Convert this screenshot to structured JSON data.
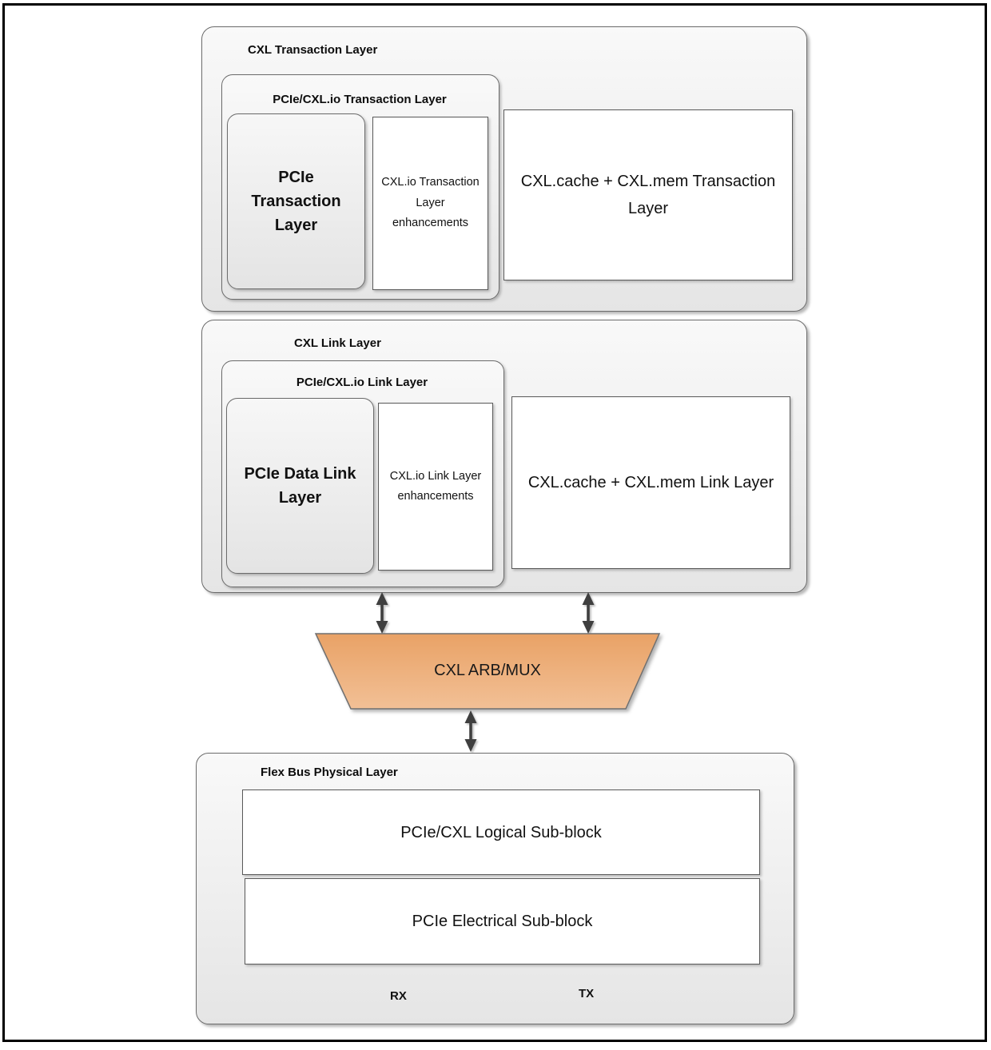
{
  "colors": {
    "page_border": "#000000",
    "container_fill_top": "#f9f9f9",
    "container_fill_bottom": "#e5e5e5",
    "container_border": "#6b6b6b",
    "box_border": "#595959",
    "arrow_color": "#3f3f3f",
    "arbmux_fill_top": "#e9a266",
    "arbmux_fill_bottom": "#f2c096",
    "arbmux_border": "#707070"
  },
  "icons": {
    "connector": "double-headed-vertical-arrow"
  },
  "diagram": {
    "transaction_layer": {
      "title": "CXL Transaction Layer",
      "pcie_cxlio": {
        "title": "PCIe/CXL.io Transaction Layer",
        "pcie_box": "PCIe Transaction Layer",
        "enhancements_box": "CXL.io Transaction Layer enhancements"
      },
      "cache_mem_box": "CXL.cache + CXL.mem Transaction Layer"
    },
    "link_layer": {
      "title": "CXL Link Layer",
      "pcie_cxlio": {
        "title": "PCIe/CXL.io Link Layer",
        "pcie_box": "PCIe Data Link Layer",
        "enhancements_box": "CXL.io Link Layer enhancements"
      },
      "cache_mem_box": "CXL.cache + CXL.mem Link Layer"
    },
    "arb_mux": {
      "label": "CXL ARB/MUX"
    },
    "physical_layer": {
      "title": "Flex Bus Physical Layer",
      "logical_box": "PCIe/CXL Logical Sub-block",
      "electrical_box": "PCIe Electrical Sub-block",
      "rx_label": "RX",
      "tx_label": "TX"
    }
  }
}
